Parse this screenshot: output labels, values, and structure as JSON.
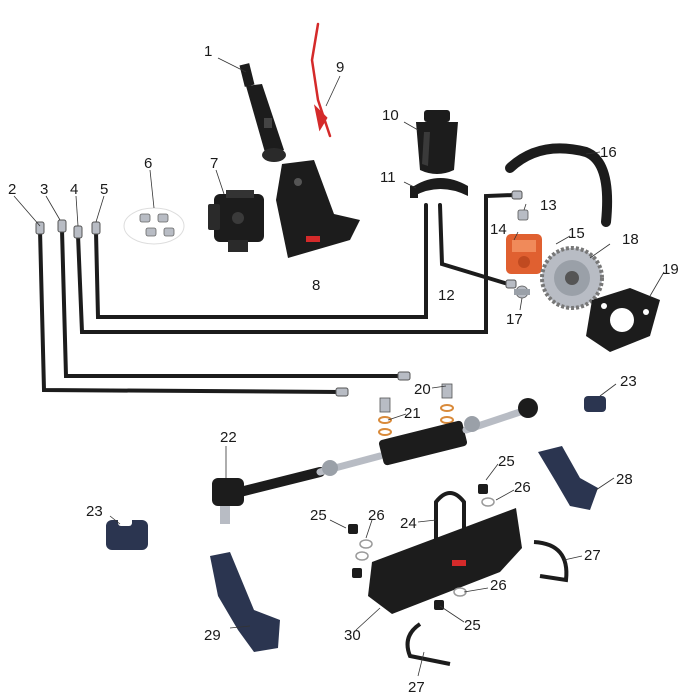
{
  "callouts": {
    "c1": "1",
    "c2": "2",
    "c3": "3",
    "c4": "4",
    "c5": "5",
    "c6": "6",
    "c7": "7",
    "c8": "8",
    "c9": "9",
    "c10": "10",
    "c11": "11",
    "c12": "12",
    "c13": "13",
    "c14": "14",
    "c15": "15",
    "c16": "16",
    "c17": "17",
    "c18": "18",
    "c19": "19",
    "c20": "20",
    "c21": "21",
    "c22": "22",
    "c23a": "23",
    "c23b": "23",
    "c24": "24",
    "c25a": "25",
    "c25b": "25",
    "c25c": "25",
    "c26a": "26",
    "c26b": "26",
    "c26c": "26",
    "c27a": "27",
    "c27b": "27",
    "c28": "28",
    "c29": "29",
    "c30": "30"
  },
  "colors": {
    "part": "#1c1c1c",
    "metal": "#b8bcc4",
    "navy": "#2b3550",
    "red": "#d42a2a",
    "orange": "#e06030",
    "brass": "#d98a3a"
  }
}
